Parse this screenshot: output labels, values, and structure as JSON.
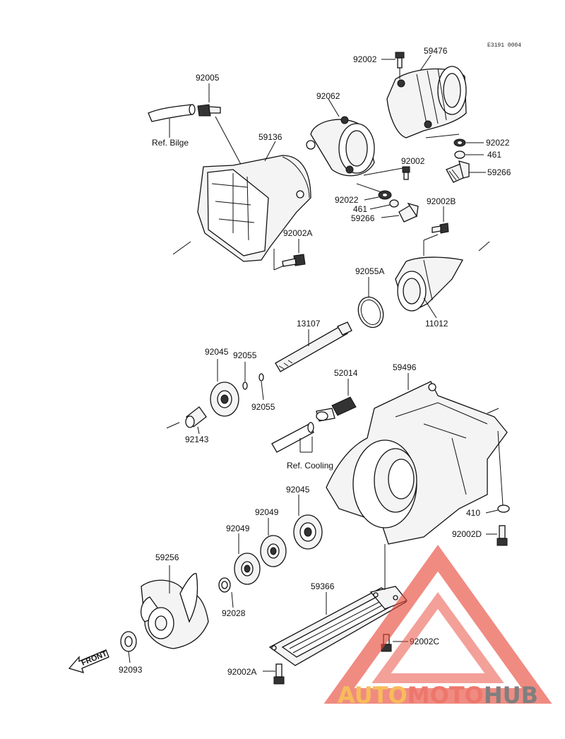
{
  "diagram_code": "E3191 0004",
  "labels": {
    "p92002_top": "92002",
    "p59476": "59476",
    "p92005": "92005",
    "p92062": "92062",
    "ref_bilge": "Ref. Bilge",
    "p59136": "59136",
    "p92022_r": "92022",
    "p461_r": "461",
    "p92002_mid": "92002",
    "p59266_r": "59266",
    "p92022_l": "92022",
    "p461_l": "461",
    "p59266_l": "59266",
    "p92002B": "92002B",
    "p92002A_top": "92002A",
    "p92055A": "92055A",
    "p11012": "11012",
    "p13107": "13107",
    "p92045_top": "92045",
    "p92055_a": "92055",
    "p92055_b": "92055",
    "p52014": "52014",
    "p59496": "59496",
    "p92143": "92143",
    "ref_cooling": "Ref. Cooling",
    "p92045_mid": "92045",
    "p92049_a": "92049",
    "p92049_b": "92049",
    "p410": "410",
    "p92002D": "92002D",
    "p59256": "59256",
    "p92028": "92028",
    "p59366": "59366",
    "p92002C": "92002C",
    "p92093": "92093",
    "p92002A_bot": "92002A",
    "front": "FRONT"
  },
  "watermark": {
    "part1": "AUTO",
    "part2": "MOTO",
    "part3": "HUB",
    "colors": {
      "triangle": "#e84a3c",
      "auto": "#f5a623",
      "moto": "#e84a3c",
      "hub": "#555555"
    }
  }
}
